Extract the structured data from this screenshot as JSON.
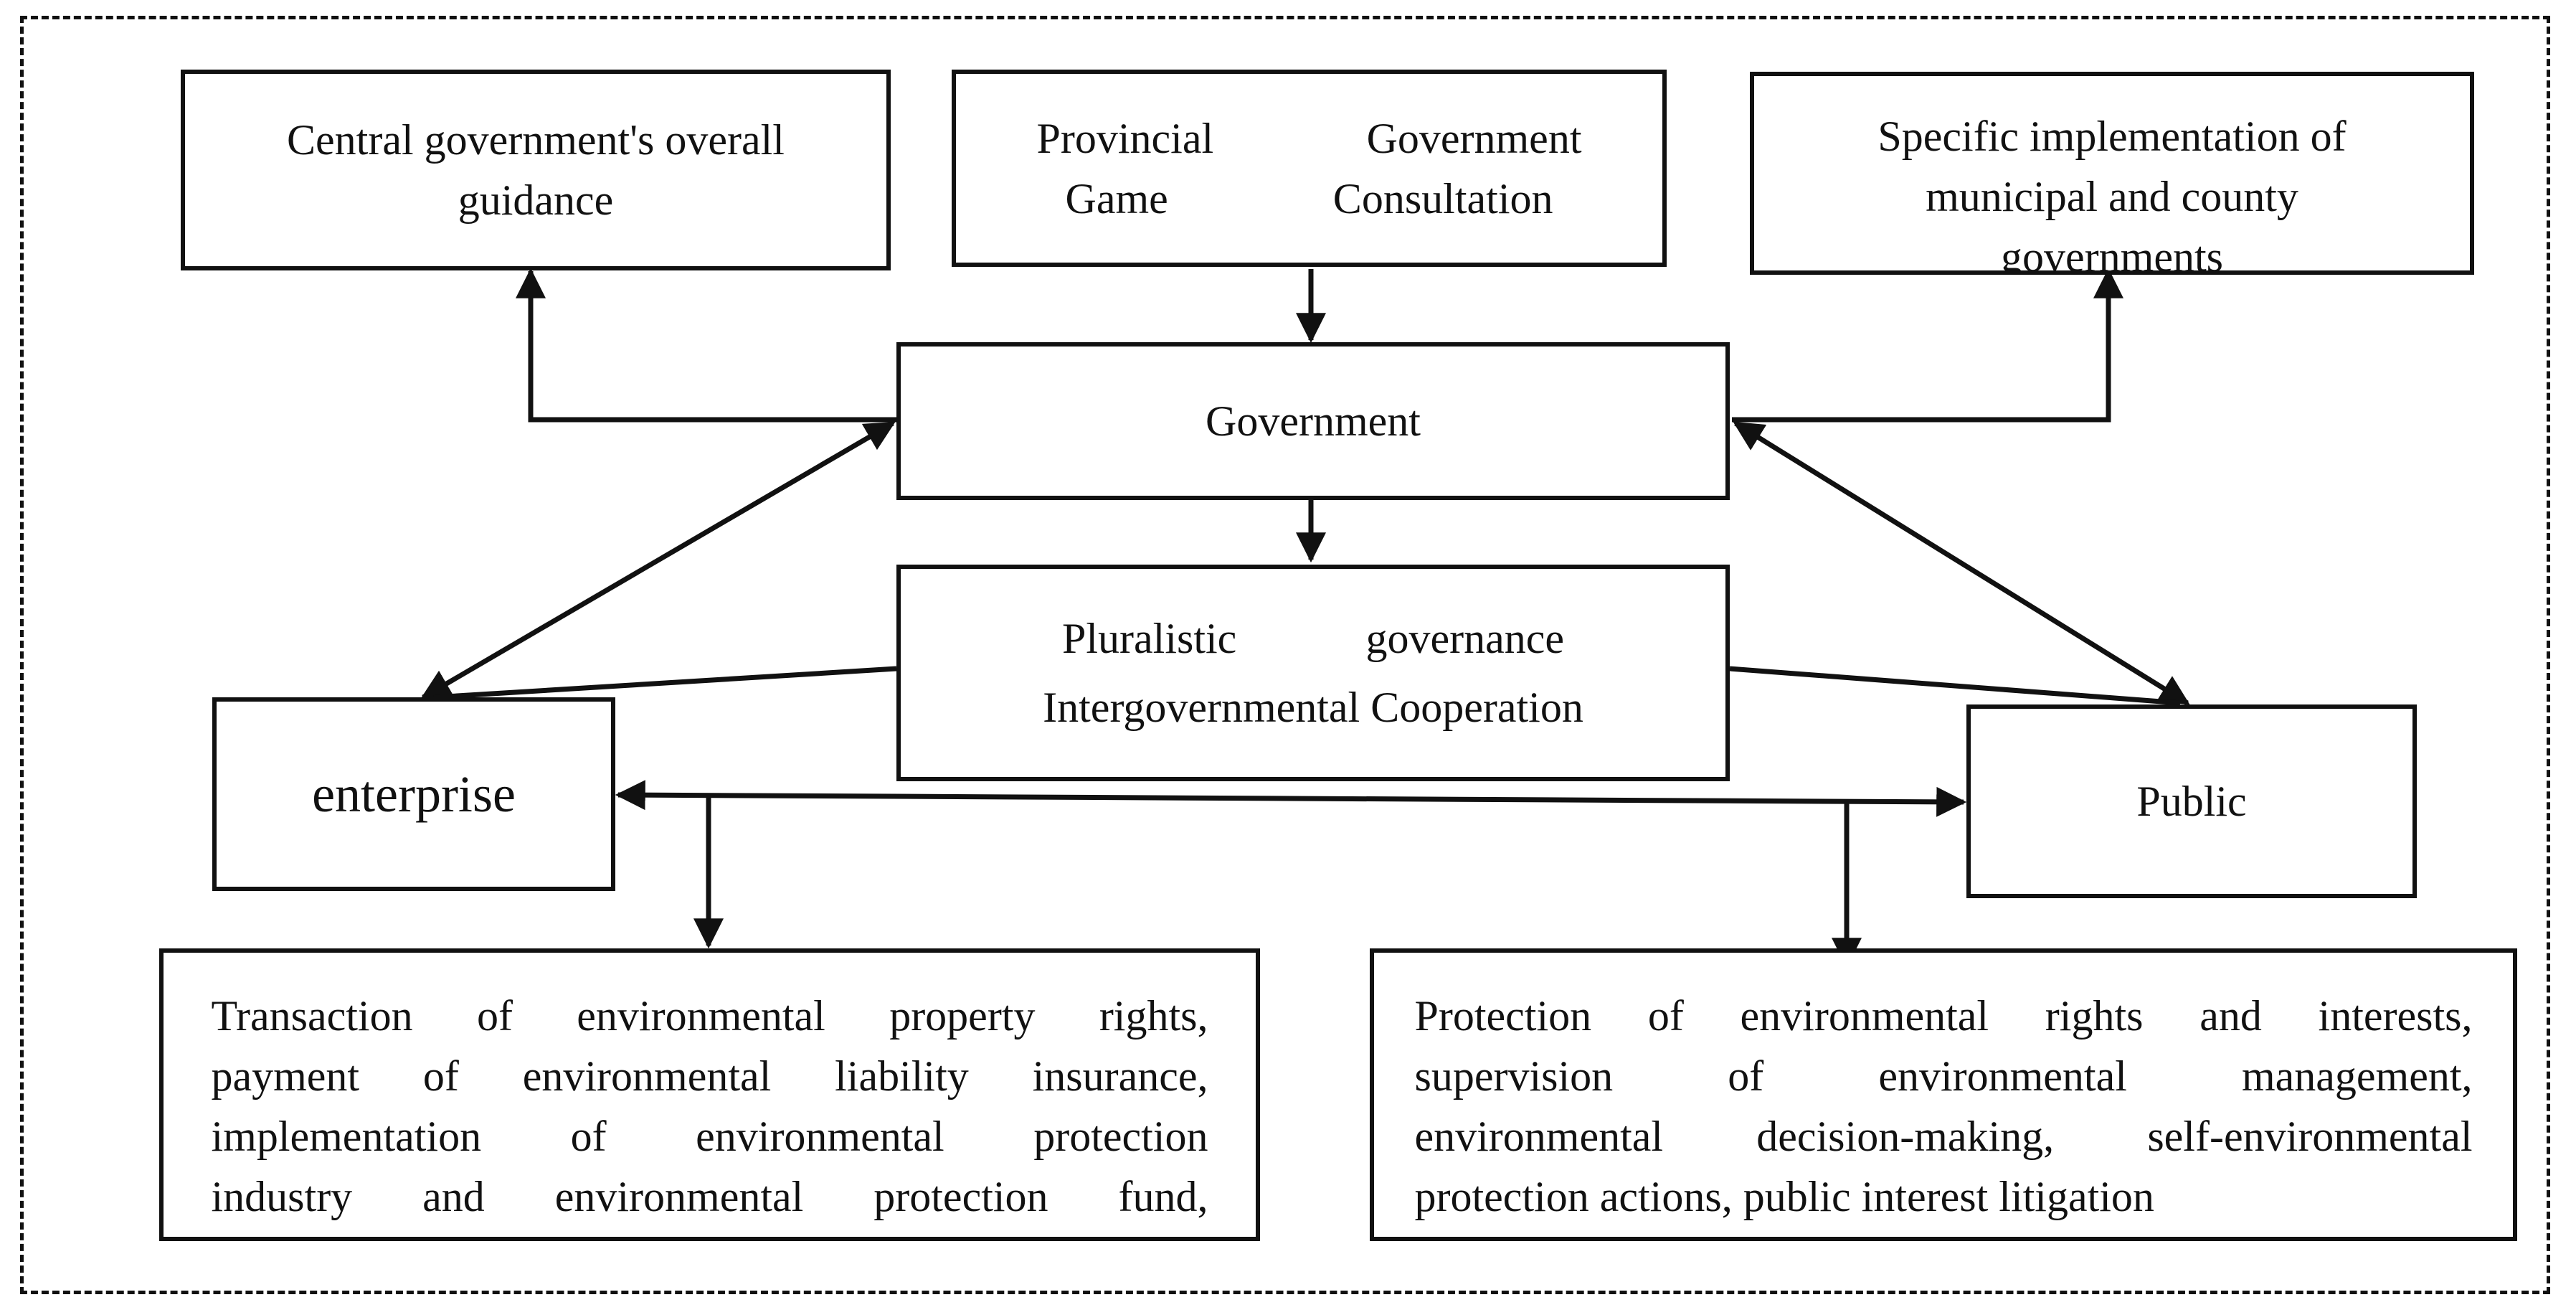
{
  "nodes": {
    "central": {
      "lines": [
        "Central government's overall",
        "guidance"
      ]
    },
    "provincial": {
      "lines": [
        "Provincial Government",
        "Game Consultation"
      ]
    },
    "municipal": {
      "lines": [
        "Specific implementation of",
        "municipal and county",
        "governments"
      ]
    },
    "government": {
      "label": "Government"
    },
    "pluralistic": {
      "lines": [
        "Pluralistic governance",
        "Intergovernmental Cooperation"
      ]
    },
    "enterprise": {
      "label": "enterprise"
    },
    "public": {
      "label": "Public"
    },
    "enterprise_actions": {
      "lines": [
        "Transaction of environmental property rights,",
        "payment of environmental liability insurance,",
        "implementation of environmental protection",
        "industry and environmental protection fund,"
      ]
    },
    "public_actions": {
      "lines": [
        "Protection of environmental rights and interests,",
        "supervision of environmental management,",
        "environmental decision-making, self-environmental",
        "protection actions, public interest litigation"
      ]
    }
  }
}
